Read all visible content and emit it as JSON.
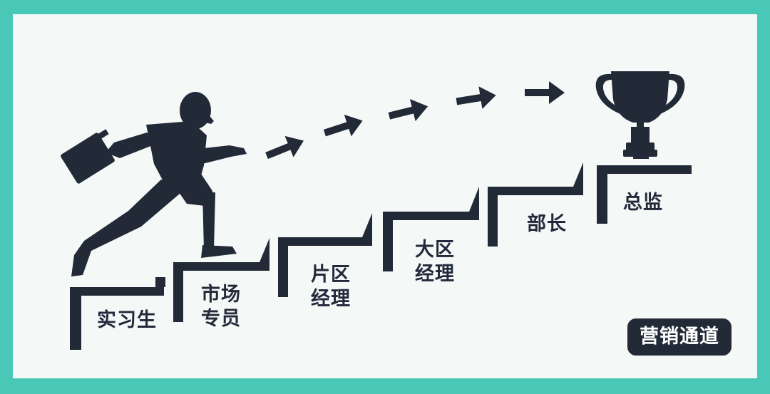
{
  "steps": [
    {
      "line1": "实习生",
      "line2": ""
    },
    {
      "line1": "市场",
      "line2": "专员"
    },
    {
      "line1": "片区",
      "line2": "经理"
    },
    {
      "line1": "大区",
      "line2": "经理"
    },
    {
      "line1": "部长",
      "line2": ""
    },
    {
      "line1": "总监",
      "line2": ""
    }
  ],
  "badge": "营销通道",
  "colors": {
    "frame": "#49c8b8",
    "panel": "#f4f8f7",
    "ink": "#222a37"
  },
  "icons": [
    "running-businessman-icon",
    "arrow-right-icon",
    "trophy-icon"
  ]
}
